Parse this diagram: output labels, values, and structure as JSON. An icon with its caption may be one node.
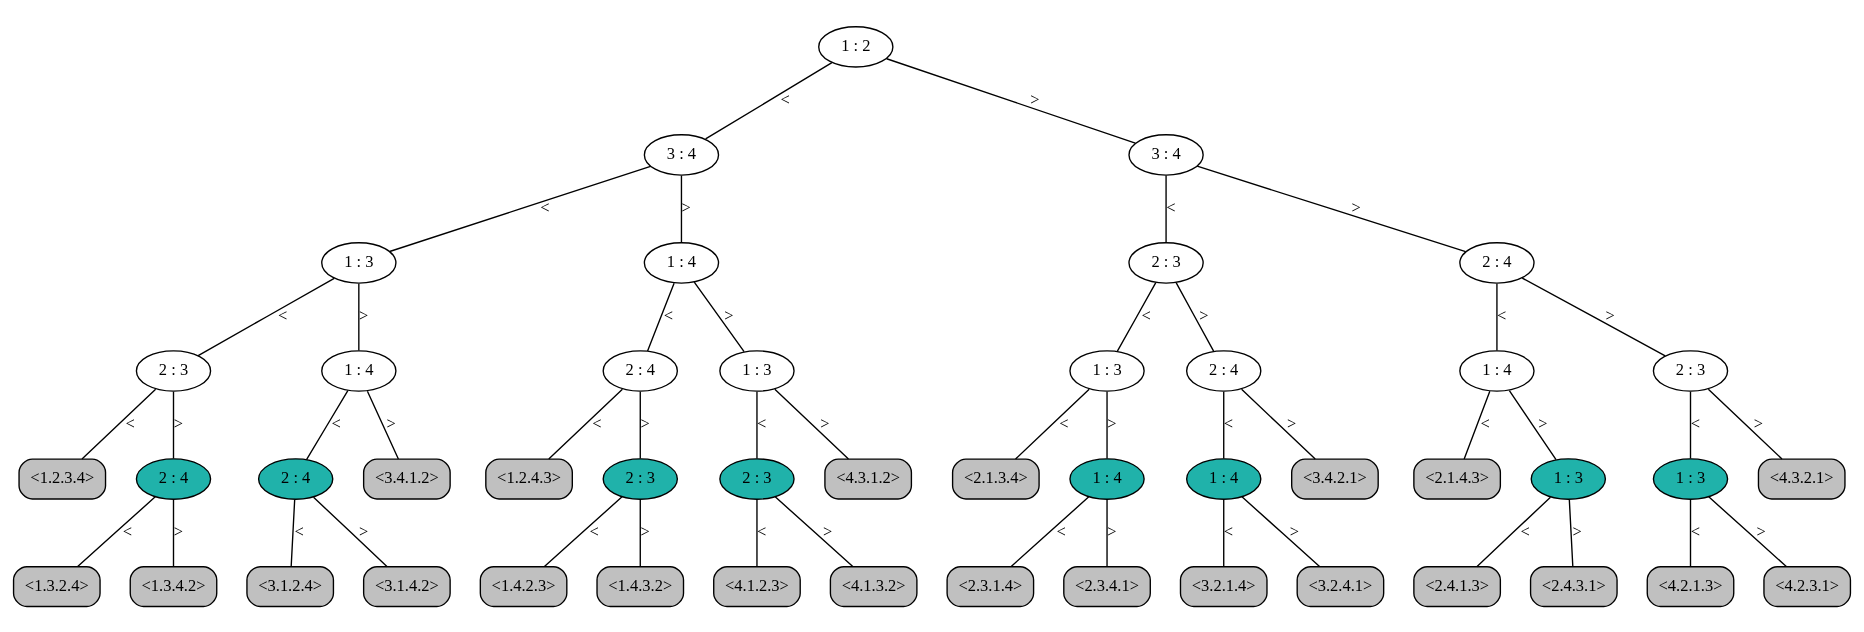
{
  "diagram": {
    "nodes": [
      {
        "text": [
          "1 : 2"
        ]
      },
      {
        "text": [
          "3 : 4"
        ]
      },
      {
        "text": [
          "3 : 4"
        ]
      },
      {
        "text": [
          "1 : 3"
        ]
      },
      {
        "text": [
          "1 : 4"
        ]
      },
      {
        "text": [
          "2 : 3"
        ]
      },
      {
        "text": [
          "2 : 4"
        ]
      },
      {
        "text": [
          "2 : 3"
        ]
      },
      {
        "text": [
          "1 : 4"
        ]
      },
      {
        "text": [
          "2 : 4"
        ]
      },
      {
        "text": [
          "1 : 3"
        ]
      },
      {
        "text": [
          "1 : 3"
        ]
      },
      {
        "text": [
          "2 : 4"
        ]
      },
      {
        "text": [
          "1 : 4"
        ]
      },
      {
        "text": [
          "2 : 3"
        ]
      },
      {
        "text": [
          "<1.2.3.4>"
        ]
      },
      {
        "text": [
          "2 : 4"
        ]
      },
      {
        "text": [
          "2 : 4"
        ]
      },
      {
        "text": [
          "<3.4.1.2>"
        ]
      },
      {
        "text": [
          "<1.2.4.3>"
        ]
      },
      {
        "text": [
          "2 : 3"
        ]
      },
      {
        "text": [
          "2 : 3"
        ]
      },
      {
        "text": [
          "<4.3.1.2>"
        ]
      },
      {
        "text": [
          "<2.1.3.4>"
        ]
      },
      {
        "text": [
          "1 : 4"
        ]
      },
      {
        "text": [
          "1 : 4"
        ]
      },
      {
        "text": [
          "<3.4.2.1>"
        ]
      },
      {
        "text": [
          "<2.1.4.3>"
        ]
      },
      {
        "text": [
          "1 : 3"
        ]
      },
      {
        "text": [
          "1 : 3"
        ]
      },
      {
        "text": [
          "<4.3.2.1>"
        ]
      },
      {
        "text": [
          "<1.3.2.4>"
        ]
      },
      {
        "text": [
          "<1.3.4.2>"
        ]
      },
      {
        "text": [
          "<3.1.2.4>"
        ]
      },
      {
        "text": [
          "<3.1.4.2>"
        ]
      },
      {
        "text": [
          "<1.4.2.3>"
        ]
      },
      {
        "text": [
          "<1.4.3.2>"
        ]
      },
      {
        "text": [
          "<4.1.2.3>"
        ]
      },
      {
        "text": [
          "<4.1.3.2>"
        ]
      },
      {
        "text": [
          "<2.3.1.4>"
        ]
      },
      {
        "text": [
          "<2.3.4.1>"
        ]
      },
      {
        "text": [
          "<3.2.1.4>"
        ]
      },
      {
        "text": [
          "<3.2.4.1>"
        ]
      },
      {
        "text": [
          "<2.4.1.3>"
        ]
      },
      {
        "text": [
          "<2.4.3.1>"
        ]
      },
      {
        "text": [
          "<4.2.1.3>"
        ]
      },
      {
        "text": [
          "<4.2.3.1>"
        ]
      }
    ],
    "edges": [
      {
        "from": 0,
        "to": 1,
        "arrow": "none",
        "label": "<"
      },
      {
        "from": 0,
        "to": 2,
        "arrow": "none",
        "label": ">"
      },
      {
        "from": 1,
        "to": 3,
        "arrow": "none",
        "label": "<"
      },
      {
        "from": 1,
        "to": 4,
        "arrow": "none",
        "label": ">"
      },
      {
        "from": 2,
        "to": 5,
        "arrow": "none",
        "label": "<"
      },
      {
        "from": 2,
        "to": 6,
        "arrow": "none",
        "label": ">"
      },
      {
        "from": 3,
        "to": 7,
        "arrow": "none",
        "label": "<"
      },
      {
        "from": 3,
        "to": 8,
        "arrow": "none",
        "label": ">"
      },
      {
        "from": 4,
        "to": 9,
        "arrow": "none",
        "label": "<"
      },
      {
        "from": 4,
        "to": 10,
        "arrow": "none",
        "label": ">"
      },
      {
        "from": 5,
        "to": 11,
        "arrow": "none",
        "label": "<"
      },
      {
        "from": 5,
        "to": 12,
        "arrow": "none",
        "label": ">"
      },
      {
        "from": 6,
        "to": 13,
        "arrow": "none",
        "label": "<"
      },
      {
        "from": 6,
        "to": 14,
        "arrow": "none",
        "label": ">"
      },
      {
        "from": 7,
        "to": 15,
        "arrow": "none",
        "label": "<"
      },
      {
        "from": 7,
        "to": 16,
        "arrow": "none",
        "label": ">"
      },
      {
        "from": 8,
        "to": 17,
        "arrow": "none",
        "label": "<"
      },
      {
        "from": 8,
        "to": 18,
        "arrow": "none",
        "label": ">"
      },
      {
        "from": 9,
        "to": 19,
        "arrow": "none",
        "label": "<"
      },
      {
        "from": 9,
        "to": 20,
        "arrow": "none",
        "label": ">"
      },
      {
        "from": 10,
        "to": 21,
        "arrow": "none",
        "label": "<"
      },
      {
        "from": 10,
        "to": 22,
        "arrow": "none",
        "label": ">"
      },
      {
        "from": 11,
        "to": 23,
        "arrow": "none",
        "label": "<"
      },
      {
        "from": 11,
        "to": 24,
        "arrow": "none",
        "label": ">"
      },
      {
        "from": 12,
        "to": 25,
        "arrow": "none",
        "label": "<"
      },
      {
        "from": 12,
        "to": 26,
        "arrow": "none",
        "label": ">"
      },
      {
        "from": 13,
        "to": 27,
        "arrow": "none",
        "label": "<"
      },
      {
        "from": 13,
        "to": 28,
        "arrow": "none",
        "label": ">"
      },
      {
        "from": 14,
        "to": 29,
        "arrow": "none",
        "label": "<"
      },
      {
        "from": 14,
        "to": 30,
        "arrow": "none",
        "label": ">"
      },
      {
        "from": 16,
        "to": 31,
        "arrow": "none",
        "label": "<"
      },
      {
        "from": 16,
        "to": 32,
        "arrow": "none",
        "label": ">"
      },
      {
        "from": 17,
        "to": 33,
        "arrow": "none",
        "label": "<"
      },
      {
        "from": 17,
        "to": 34,
        "arrow": "none",
        "label": ">"
      },
      {
        "from": 20,
        "to": 35,
        "arrow": "none",
        "label": "<"
      },
      {
        "from": 20,
        "to": 36,
        "arrow": "none",
        "label": ">"
      },
      {
        "from": 21,
        "to": 37,
        "arrow": "none",
        "label": "<"
      },
      {
        "from": 21,
        "to": 38,
        "arrow": "none",
        "label": ">"
      },
      {
        "from": 24,
        "to": 39,
        "arrow": "none",
        "label": "<"
      },
      {
        "from": 24,
        "to": 40,
        "arrow": "none",
        "label": ">"
      },
      {
        "from": 25,
        "to": 41,
        "arrow": "none",
        "label": "<"
      },
      {
        "from": 25,
        "to": 42,
        "arrow": "none",
        "label": ">"
      },
      {
        "from": 28,
        "to": 43,
        "arrow": "none",
        "label": "<"
      },
      {
        "from": 28,
        "to": 44,
        "arrow": "none",
        "label": ">"
      },
      {
        "from": 29,
        "to": 45,
        "arrow": "none",
        "label": "<"
      },
      {
        "from": 29,
        "to": 46,
        "arrow": "none",
        "label": ">"
      }
    ]
  }
}
